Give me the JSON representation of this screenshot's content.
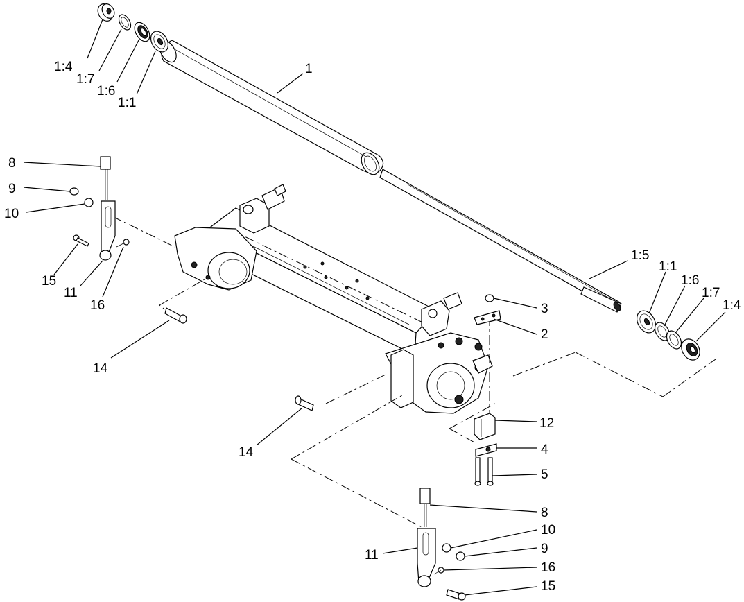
{
  "labels": {
    "bearing_cap_top": "1:4",
    "washer_top": "1:7",
    "seal_top": "1:6",
    "bearing_top": "1:1",
    "roller": "1",
    "shaft": "1:5",
    "bearing_right": "1:1",
    "seal_right": "1:6",
    "washer_right": "1:7",
    "bearing_cap_right": "1:4",
    "screw_left": "8",
    "nut_left": "9",
    "washer_left": "10",
    "stud_left": "15",
    "arm_left": "11",
    "screw2_left": "16",
    "pin_left": "14",
    "nut_right": "3",
    "plate_right": "2",
    "pin_center": "14",
    "block": "12",
    "clamp": "4",
    "bolts": "5",
    "screw_bottom": "8",
    "washer_bottom": "10",
    "arm_bottom": "11",
    "nut_bottom": "9",
    "screw2_bottom": "16",
    "stud_bottom": "15"
  }
}
